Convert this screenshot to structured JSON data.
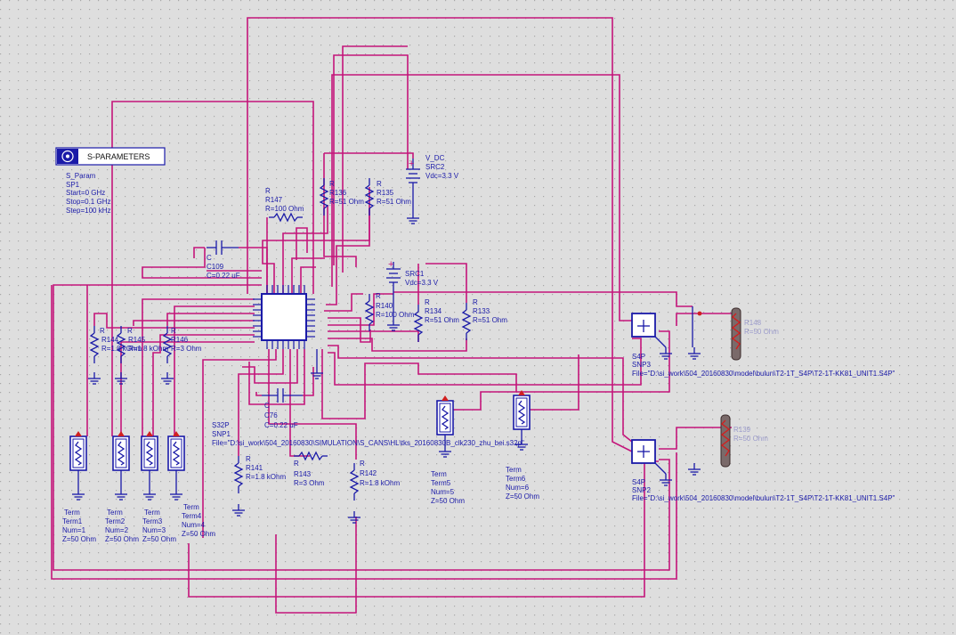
{
  "colors": {
    "wire": "#c4157a",
    "component": "#1a1aa8",
    "background": "#dedede",
    "grid": "#a8a8a8"
  },
  "sparam": {
    "box_title": "S-PARAMETERS",
    "icon": "s-parameters-icon",
    "type": "S_Param",
    "name": "SP1",
    "start": "Start=0 GHz",
    "stop": "Stop=0.1 GHz",
    "step": "Step=100 kHz"
  },
  "sources": [
    {
      "type": "V_DC",
      "name": "SRC2",
      "value": "Vdc=3.3 V"
    },
    {
      "type": "V_DC",
      "name": "SRC1",
      "value": "Vdc=3.3 V"
    }
  ],
  "resistors": {
    "r147": {
      "type": "R",
      "name": "R147",
      "value": "R=100 Ohm"
    },
    "r136": {
      "type": "R",
      "name": "R136",
      "value": "R=51 Ohm"
    },
    "r135": {
      "type": "R",
      "name": "R135",
      "value": "R=51 Ohm"
    },
    "r140": {
      "type": "R",
      "name": "R140",
      "value": "R=100 Ohm"
    },
    "r134": {
      "type": "R",
      "name": "R134",
      "value": "R=51 Ohm"
    },
    "r133": {
      "type": "R",
      "name": "R133",
      "value": "R=51 Ohm"
    },
    "r144": {
      "type": "R",
      "name": "R144",
      "value": "R=1.8 kOhm"
    },
    "r145": {
      "type": "R",
      "name": "R145",
      "value": "R=1.8 kOhm"
    },
    "r146": {
      "type": "R",
      "name": "R146",
      "value": "R=3 Ohm"
    },
    "r141": {
      "type": "R",
      "name": "R141",
      "value": "R=1.8 kOhm"
    },
    "r143": {
      "type": "R",
      "name": "R143",
      "value": "R=3 Ohm"
    },
    "r142": {
      "type": "R",
      "name": "R142",
      "value": "R=1.8 kOhm"
    }
  },
  "capacitors": {
    "c109": {
      "type": "C",
      "name": "C109",
      "value": "C=0.22 uF"
    },
    "c76": {
      "type": "C",
      "name": "C76",
      "value": "C=0.22 uF"
    }
  },
  "snp1": {
    "type": "S32P",
    "name": "SNP1",
    "file": "File=\"D:\\si_work\\504_20160830\\SIMULATION\\S_CANS\\HL\\tks_20160830B_clk230_zhu_bei.s32p\""
  },
  "snp3": {
    "type": "S4P",
    "name": "SNP3",
    "file": "File=\"D:\\si_work\\504_20160830\\model\\bulun\\T2-1T_S4P\\T2-1T-KK81_UNIT1.S4P\""
  },
  "snp2": {
    "type": "S4P",
    "name": "SNP2",
    "file": "File=\"D:\\si_work\\504_20160830\\model\\bulun\\T2-1T_S4P\\T2-1T-KK81_UNIT1.S4P\""
  },
  "terms": [
    {
      "type": "Term",
      "name": "Term1",
      "num": "Num=1",
      "z": "Z=50 Ohm"
    },
    {
      "type": "Term",
      "name": "Term2",
      "num": "Num=2",
      "z": "Z=50 Ohm"
    },
    {
      "type": "Term",
      "name": "Term3",
      "num": "Num=3",
      "z": "Z=50 Ohm"
    },
    {
      "type": "Term",
      "name": "Term4",
      "num": "Num=4",
      "z": "Z=50 Ohm"
    },
    {
      "type": "Term",
      "name": "Term5",
      "num": "Num=5",
      "z": "Z=50 Ohm"
    },
    {
      "type": "Term",
      "name": "Term6",
      "num": "Num=6",
      "z": "Z=50 Ohm"
    }
  ],
  "ghost_resistors": [
    {
      "name": "R148",
      "value": "R=50 Ohm"
    },
    {
      "name": "R139",
      "value": "R=50 Ohm"
    }
  ]
}
